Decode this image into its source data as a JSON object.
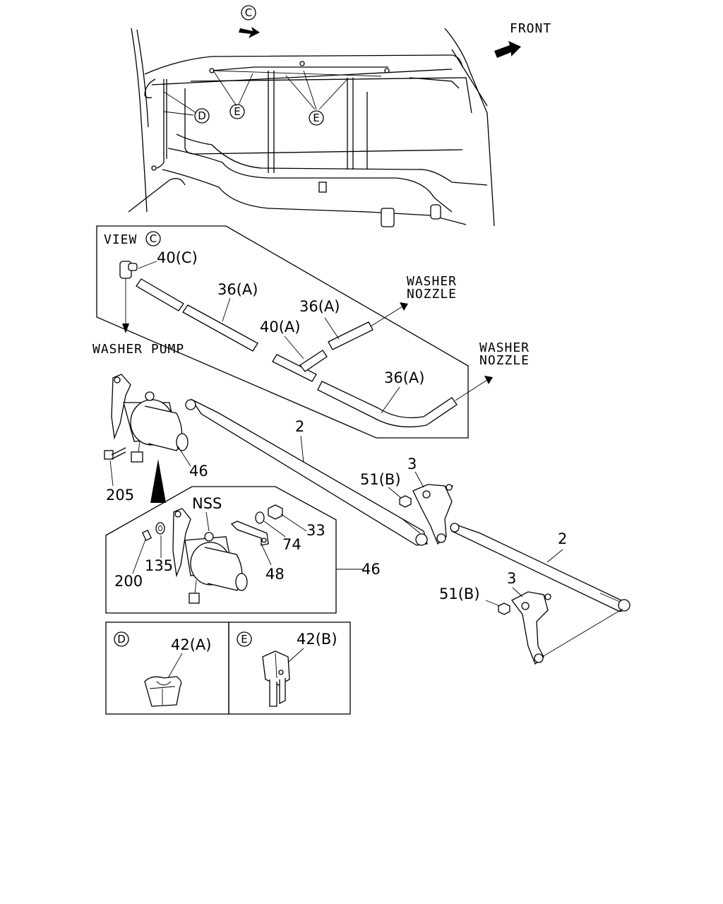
{
  "labels": {
    "front": "FRONT",
    "view_c": "VIEW",
    "washer_pump": "WASHER PUMP",
    "washer_nozzle_1a": "WASHER",
    "washer_nozzle_1b": "NOZZLE",
    "washer_nozzle_2a": "WASHER",
    "washer_nozzle_2b": "NOZZLE",
    "nss": "NSS"
  },
  "callouts": {
    "c_top": "C",
    "c_view": "C",
    "d_top": "D",
    "e_top_1": "E",
    "e_top_2": "E",
    "d_box": "D",
    "e_box": "E"
  },
  "parts": {
    "p40c": "40(C)",
    "p36a_1": "36(A)",
    "p36a_2": "36(A)",
    "p40a": "40(A)",
    "p36a_3": "36(A)",
    "p2_1": "2",
    "p2_2": "2",
    "p46_1": "46",
    "p46_2": "46",
    "p205": "205",
    "p3_1": "3",
    "p3_2": "3",
    "p51b_1": "51(B)",
    "p51b_2": "51(B)",
    "p33": "33",
    "p74": "74",
    "p48": "48",
    "p200": "200",
    "p135": "135",
    "p42a": "42(A)",
    "p42b": "42(B)"
  }
}
